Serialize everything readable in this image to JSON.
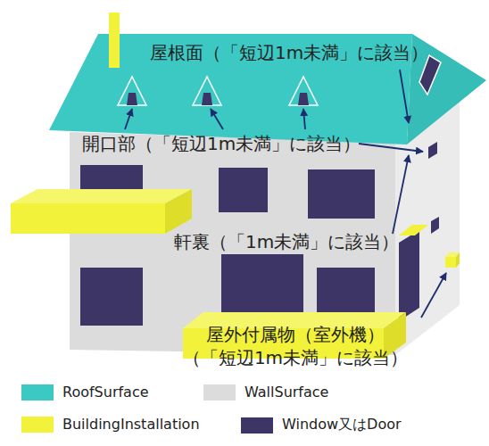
{
  "diagram": {
    "labels": [
      "屋根面（「短辺1m未満」に該当）",
      "開口部（「短辺1m未満」に該当）",
      "軒裏（「1m未満」に該当）",
      "屋外付属物（室外機） （「短辺1m未満」に該当）"
    ],
    "legend": [
      {
        "text": "RoofSurface",
        "color": "#3cc9c4"
      },
      {
        "text": "WallSurface",
        "color": "#dcdcdc"
      },
      {
        "text": "BuildingInstallation",
        "color": "#f2f23a"
      },
      {
        "text": "Window又はDoor",
        "color": "#3d3566"
      }
    ]
  }
}
